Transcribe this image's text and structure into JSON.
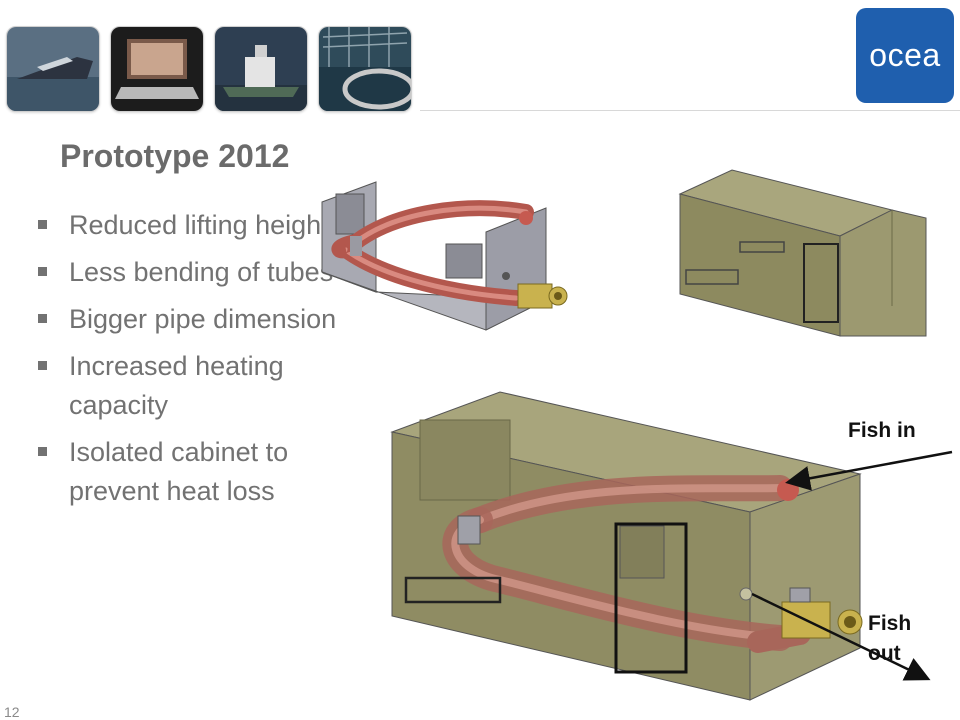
{
  "logo": {
    "text": "ocea",
    "color": "#1f5fae"
  },
  "thumbnails": [
    {
      "icon": "boat-icon"
    },
    {
      "icon": "laptop-icon"
    },
    {
      "icon": "vessel-icon"
    },
    {
      "icon": "fish-farm-icon"
    }
  ],
  "slide": {
    "title": "Prototype 2012",
    "bullets": [
      "Reduced lifting height",
      "Less bending of tubes",
      "Bigger pipe dimension",
      "Increased heating capacity",
      "Isolated cabinet to prevent heat loss"
    ]
  },
  "diagram": {
    "fish_in_label": "Fish in",
    "fish_out_label": "Fish out"
  },
  "page_number": "12",
  "colors": {
    "title": "#6b6b6b",
    "body_text": "#727272",
    "pipe": "#c46a5f",
    "cabinet": "#8d8a5f"
  }
}
